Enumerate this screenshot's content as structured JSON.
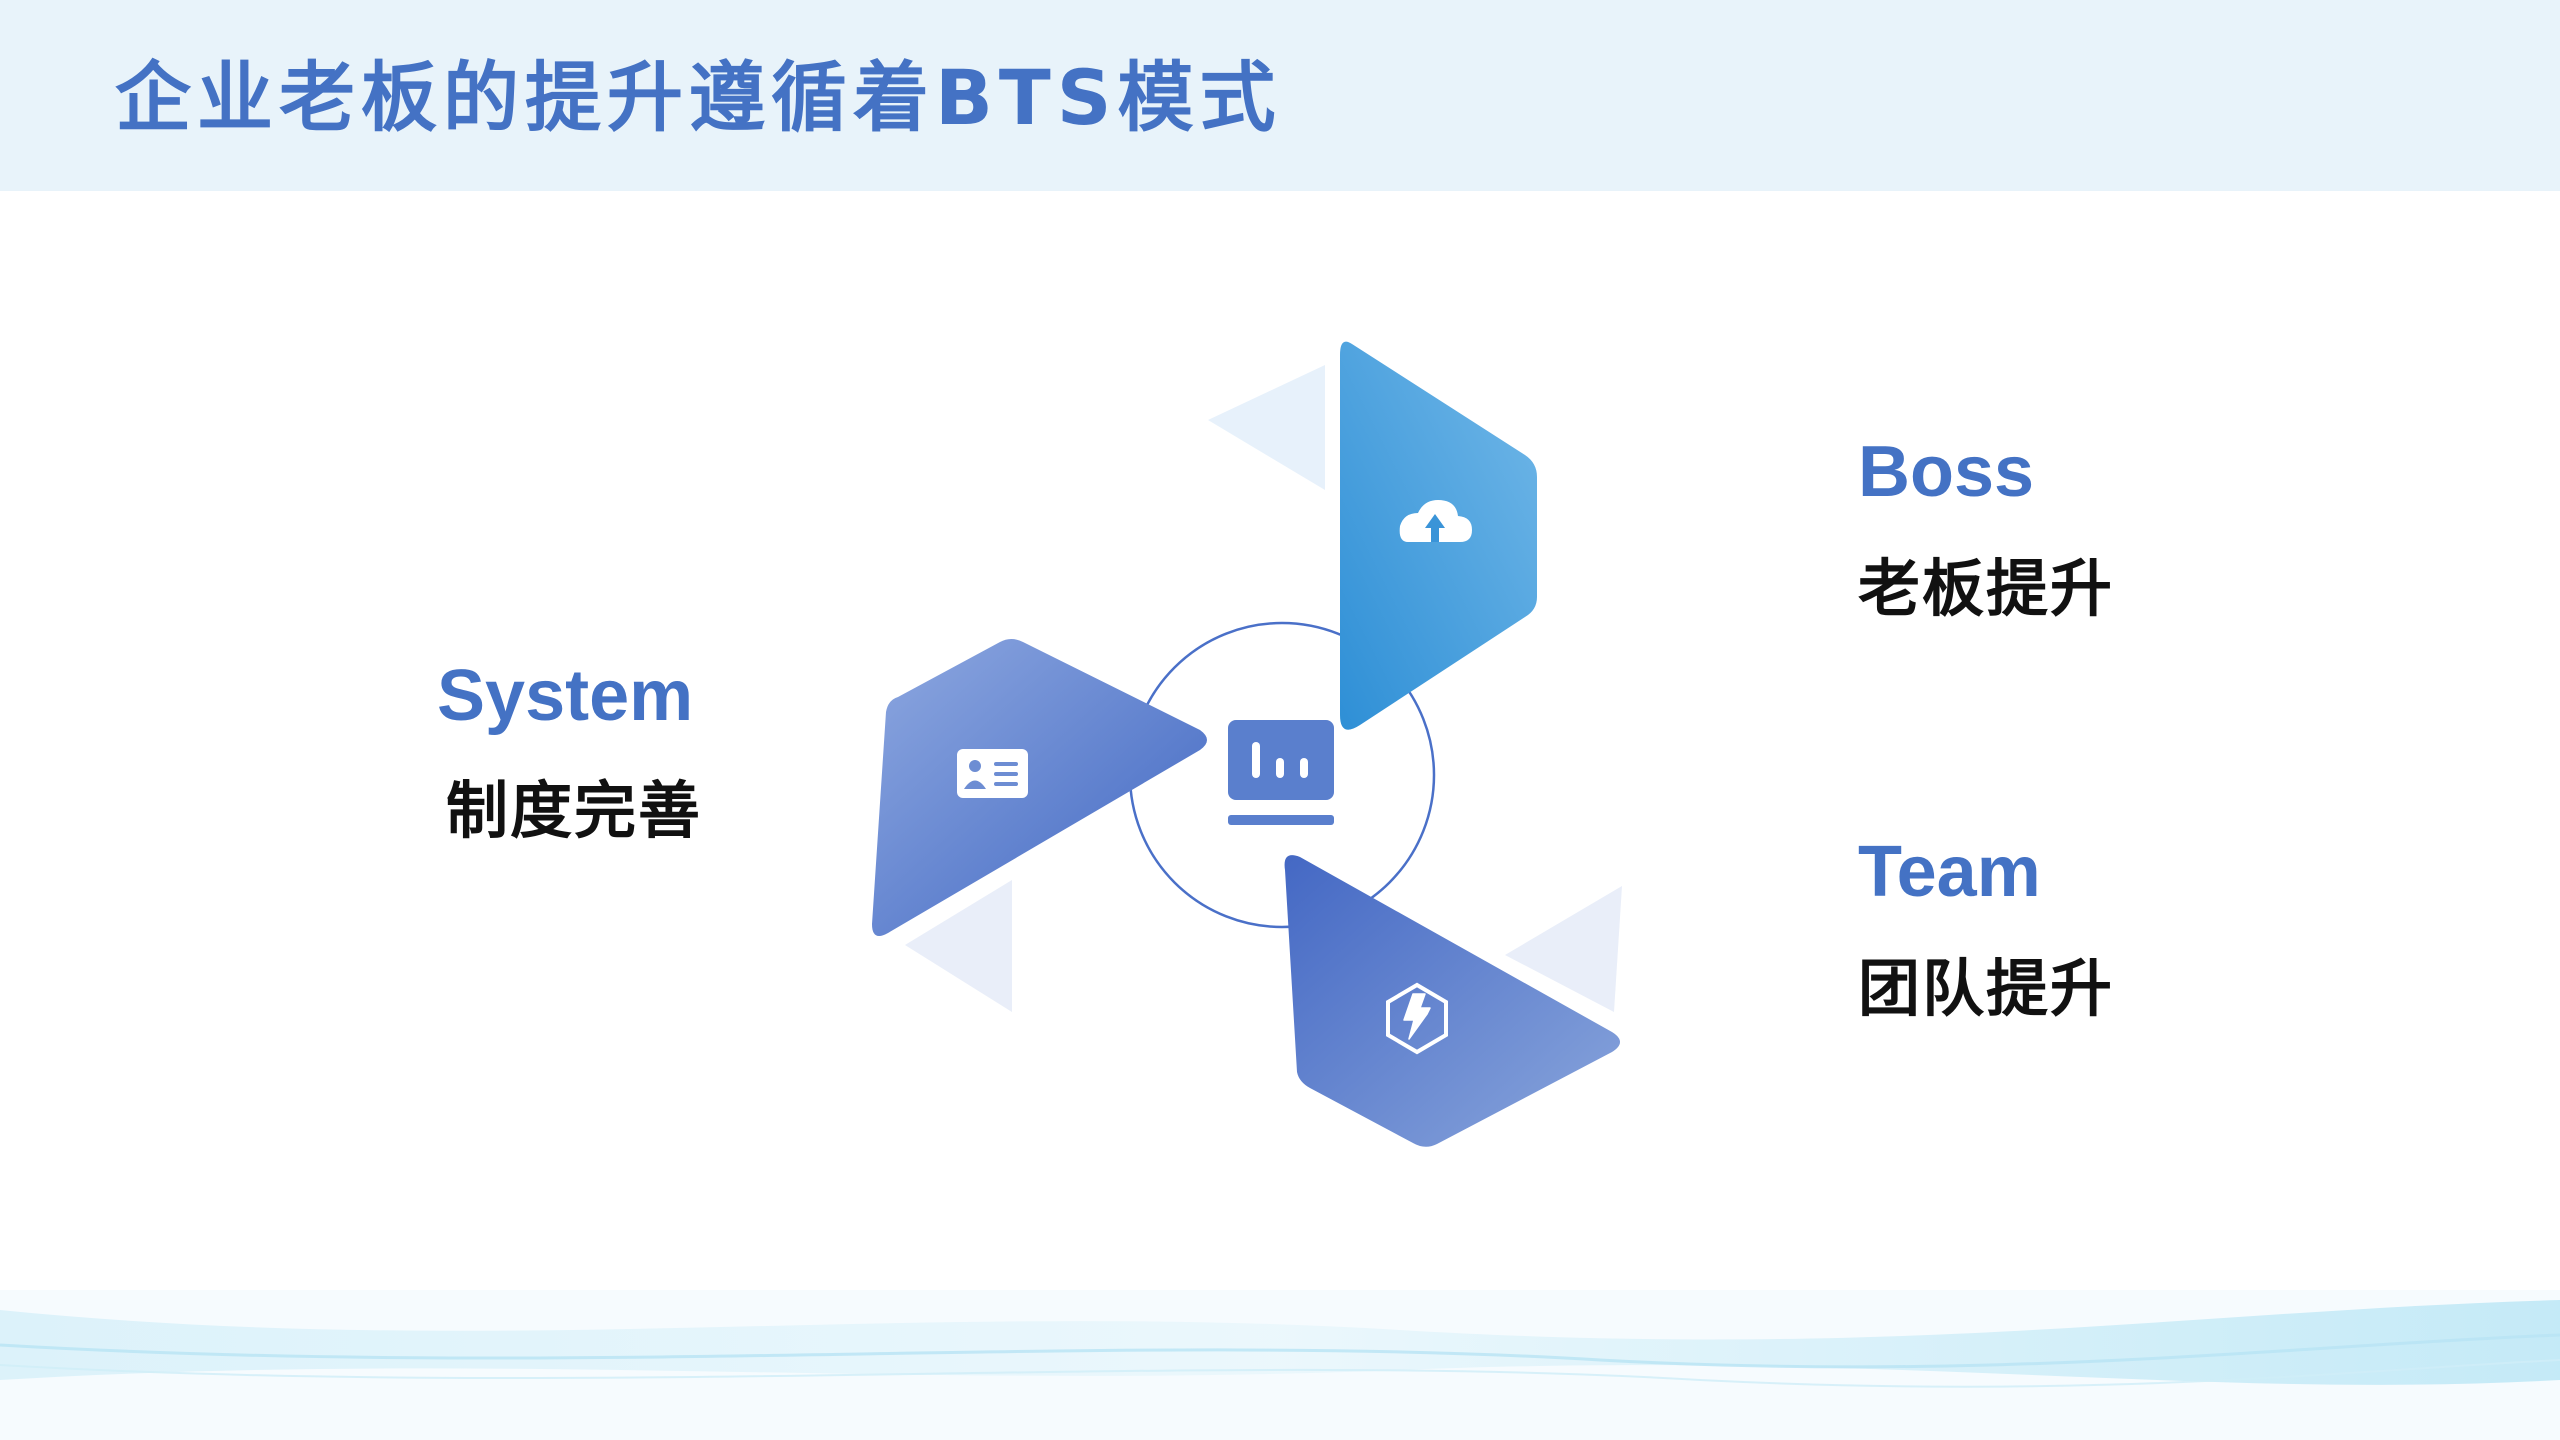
{
  "title": "企业老板的提升遵循着BTS模式",
  "items": [
    {
      "key": "system",
      "en": "System",
      "cn": "制度完善",
      "icon": "id-card-icon"
    },
    {
      "key": "boss",
      "en": "Boss",
      "cn": "老板提升",
      "icon": "cloud-upload-icon"
    },
    {
      "key": "team",
      "en": "Team",
      "cn": "团队提升",
      "icon": "hexagon-lightning-icon"
    }
  ],
  "center_icon": "bar-chart-monitor-icon",
  "colors": {
    "title": "#4472c4",
    "header_bg": "#e8f3fa",
    "blade_blue": "#2e8fd6",
    "blade_indigo": "#4a70c8",
    "label_en": "#4472c4",
    "label_cn": "#111111"
  }
}
